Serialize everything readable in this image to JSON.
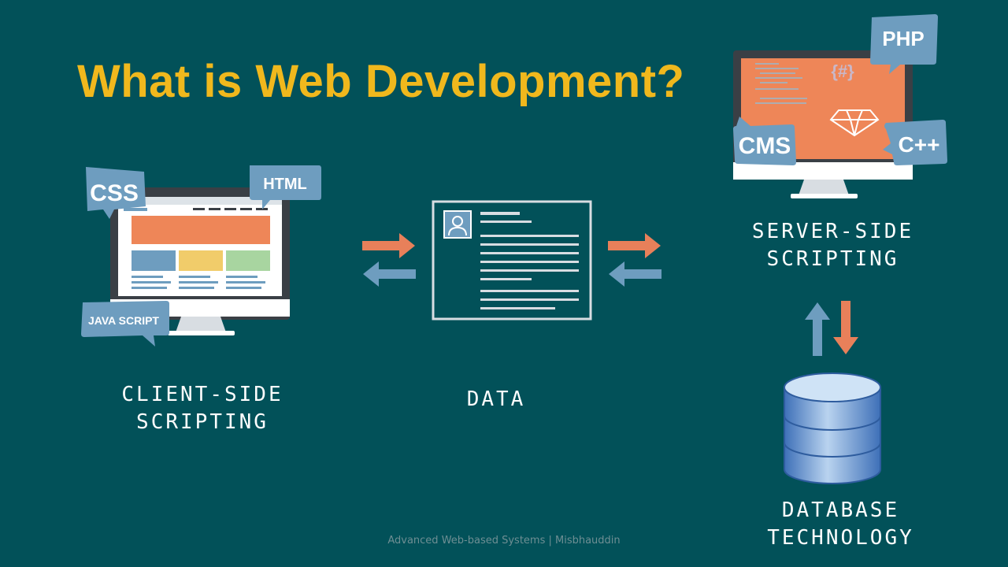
{
  "slide": {
    "title": "What is Web Development?",
    "footer": "Advanced Web-based Systems | Misbhauddin"
  },
  "client": {
    "caption_line1": "CLIENT-SIDE",
    "caption_line2": "SCRIPTING",
    "bubbles": {
      "css": "CSS",
      "html": "HTML",
      "js": "JAVA SCRIPT"
    }
  },
  "data_doc": {
    "caption": "DATA"
  },
  "server": {
    "caption_line1": "SERVER-SIDE",
    "caption_line2": "SCRIPTING",
    "bubbles": {
      "php": "PHP",
      "cms": "CMS",
      "cpp": "C++"
    },
    "hash_symbol": "{#}"
  },
  "database": {
    "caption_line1": "DATABASE",
    "caption_line2": "TECHNOLOGY"
  },
  "colors": {
    "background": "#025159",
    "title": "#F0B81D",
    "arrow_orange": "#E8805A",
    "arrow_blue": "#6E9DBF",
    "bubble_blue": "#6E9DBF",
    "screen_orange": "#EE8658"
  }
}
